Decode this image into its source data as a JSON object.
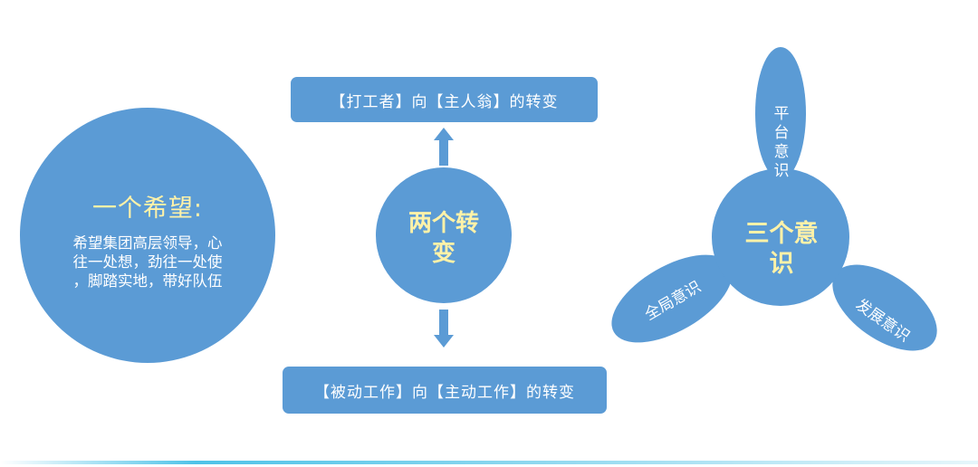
{
  "left": {
    "title": "一个希望:",
    "body_lines": [
      "希望集团高层领导，心",
      "往一处想，劲往一处使",
      "，脚踏实地，带好队伍"
    ]
  },
  "middle": {
    "top_box": "【打工者】向【主人翁】的转变",
    "center_lines": [
      "两个转",
      "变"
    ],
    "bottom_box": "【被动工作】向【主动工作】的转变"
  },
  "right": {
    "hub_lines": [
      "三个意",
      "识"
    ],
    "top_petal_chars": [
      "平",
      "台",
      "意",
      "识"
    ],
    "left_petal": "全局意识",
    "right_petal": "发展意识"
  },
  "colors": {
    "shape_blue": "#5b9bd5",
    "highlight_text": "#fff2a8",
    "body_text": "#ffffff"
  }
}
